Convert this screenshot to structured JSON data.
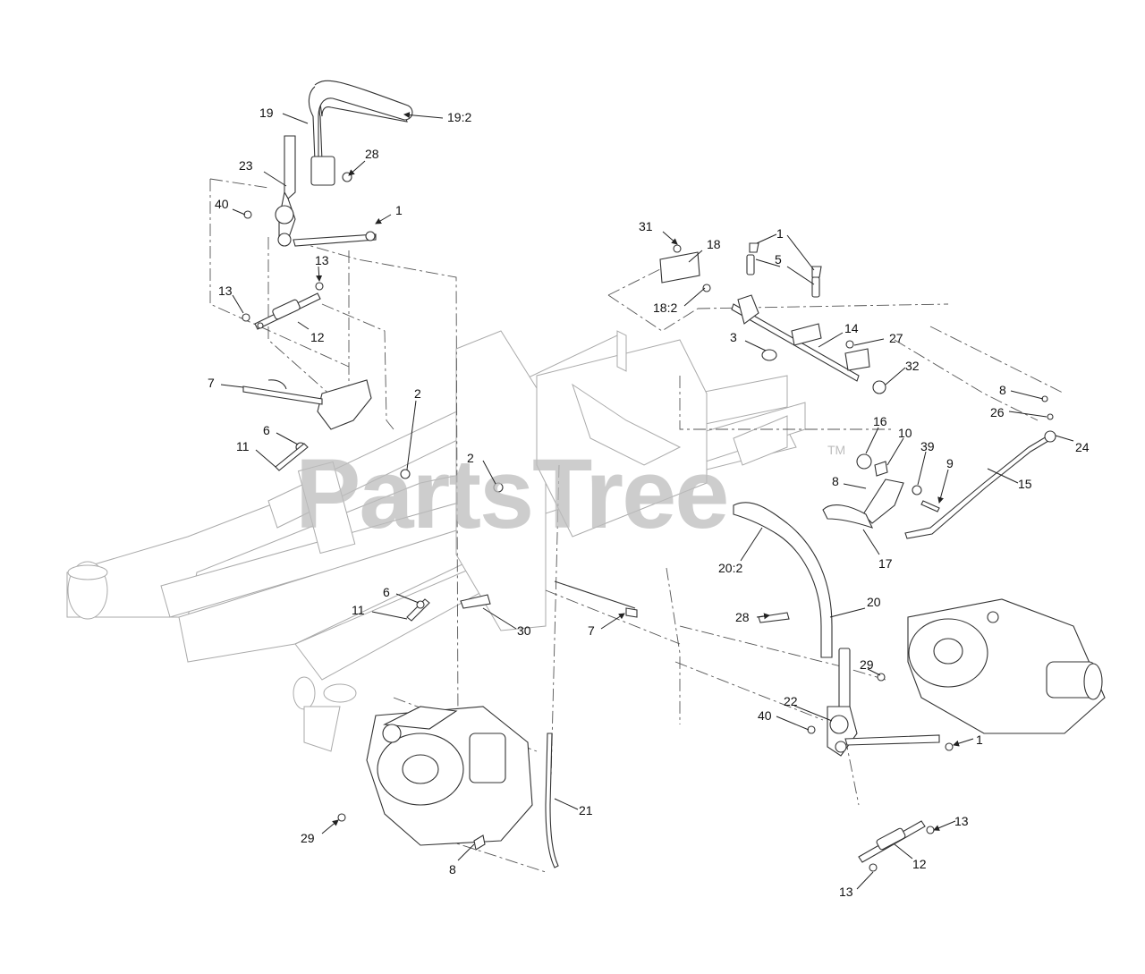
{
  "watermark": {
    "text": "PartsTree",
    "tm": "TM"
  },
  "callouts": [
    {
      "id": "c19",
      "text": "19"
    },
    {
      "id": "c19_2",
      "text": "19:2"
    },
    {
      "id": "c23",
      "text": "23"
    },
    {
      "id": "c28a",
      "text": "28"
    },
    {
      "id": "c40a",
      "text": "40"
    },
    {
      "id": "c1a",
      "text": "1"
    },
    {
      "id": "c13a",
      "text": "13"
    },
    {
      "id": "c13b",
      "text": "13"
    },
    {
      "id": "c12a",
      "text": "12"
    },
    {
      "id": "c7a",
      "text": "7"
    },
    {
      "id": "c2a",
      "text": "2"
    },
    {
      "id": "c6a",
      "text": "6"
    },
    {
      "id": "c11a",
      "text": "11"
    },
    {
      "id": "c2b",
      "text": "2"
    },
    {
      "id": "c31",
      "text": "31"
    },
    {
      "id": "c18",
      "text": "18"
    },
    {
      "id": "c18_2",
      "text": "18:2"
    },
    {
      "id": "c1b",
      "text": "1"
    },
    {
      "id": "c5",
      "text": "5"
    },
    {
      "id": "c3",
      "text": "3"
    },
    {
      "id": "c14",
      "text": "14"
    },
    {
      "id": "c27",
      "text": "27"
    },
    {
      "id": "c32",
      "text": "32"
    },
    {
      "id": "c8a",
      "text": "8"
    },
    {
      "id": "c26",
      "text": "26"
    },
    {
      "id": "c24",
      "text": "24"
    },
    {
      "id": "c16",
      "text": "16"
    },
    {
      "id": "c10",
      "text": "10"
    },
    {
      "id": "c39",
      "text": "39"
    },
    {
      "id": "c9",
      "text": "9"
    },
    {
      "id": "c8b",
      "text": "8"
    },
    {
      "id": "c15",
      "text": "15"
    },
    {
      "id": "c17",
      "text": "17"
    },
    {
      "id": "c20_2",
      "text": "20:2"
    },
    {
      "id": "c20",
      "text": "20"
    },
    {
      "id": "c28b",
      "text": "28"
    },
    {
      "id": "c6b",
      "text": "6"
    },
    {
      "id": "c11b",
      "text": "11"
    },
    {
      "id": "c30",
      "text": "30"
    },
    {
      "id": "c7b",
      "text": "7"
    },
    {
      "id": "c29a",
      "text": "29"
    },
    {
      "id": "c22",
      "text": "22"
    },
    {
      "id": "c40b",
      "text": "40"
    },
    {
      "id": "c1c",
      "text": "1"
    },
    {
      "id": "c21",
      "text": "21"
    },
    {
      "id": "c29b",
      "text": "29"
    },
    {
      "id": "c8c",
      "text": "8"
    },
    {
      "id": "c13c",
      "text": "13"
    },
    {
      "id": "c12b",
      "text": "12"
    },
    {
      "id": "c13d",
      "text": "13"
    }
  ]
}
